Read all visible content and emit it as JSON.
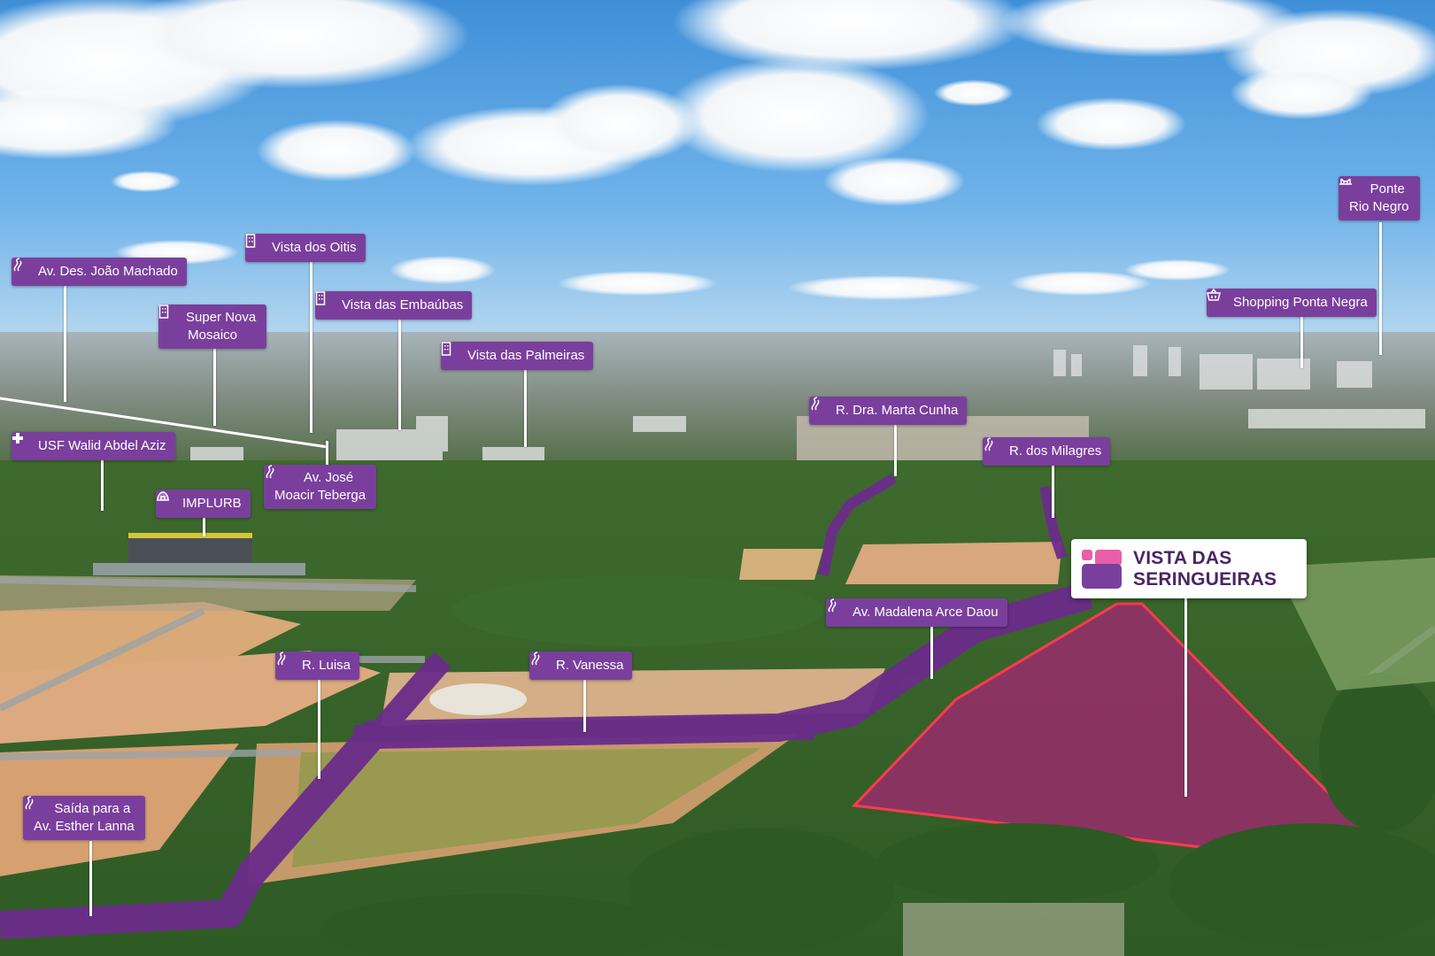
{
  "colors": {
    "label_bg": "#7a3f9d",
    "label_text": "#ffffff",
    "road": "#6b2c8a",
    "lot_fill": "#9c2a6e",
    "lot_border": "#ff3b4e",
    "brand_text": "#4a2466",
    "logo_pink": "#e95ea8",
    "logo_purple": "#7a3f9d"
  },
  "development": {
    "name_line1": "VISTA DAS",
    "name_line2": "SERINGUEIRAS",
    "logo_icon": "brand-logo-icon"
  },
  "labels": [
    {
      "id": "av-des-joao-machado",
      "icon": "road-icon",
      "lines": [
        "Av. Des. João Machado"
      ]
    },
    {
      "id": "vista-dos-oitis",
      "icon": "building-icon",
      "lines": [
        "Vista dos Oitis"
      ]
    },
    {
      "id": "super-nova-mosaico",
      "icon": "building-icon",
      "lines": [
        "Super Nova",
        "Mosaico"
      ]
    },
    {
      "id": "vista-das-embaubas",
      "icon": "building-icon",
      "lines": [
        "Vista das Embaúbas"
      ]
    },
    {
      "id": "vista-das-palmeiras",
      "icon": "building-icon",
      "lines": [
        "Vista das Palmeiras"
      ]
    },
    {
      "id": "ponte-rio-negro",
      "icon": "bridge-icon",
      "lines": [
        "Ponte",
        "Rio Negro"
      ]
    },
    {
      "id": "shopping-ponta-negra",
      "icon": "shopping-basket-icon",
      "lines": [
        "Shopping Ponta Negra"
      ]
    },
    {
      "id": "r-dra-marta-cunha",
      "icon": "road-icon",
      "lines": [
        "R. Dra. Marta Cunha"
      ]
    },
    {
      "id": "r-dos-milagres",
      "icon": "road-icon",
      "lines": [
        "R. dos Milagres"
      ]
    },
    {
      "id": "usf-walid-abdel-aziz",
      "icon": "health-cross-icon",
      "lines": [
        "USF Walid Abdel Aziz"
      ]
    },
    {
      "id": "av-jose-moacir-teberga",
      "icon": "road-icon",
      "lines": [
        "Av. José",
        "Moacir Teberga"
      ]
    },
    {
      "id": "implurb",
      "icon": "government-building-icon",
      "lines": [
        "IMPLURB"
      ]
    },
    {
      "id": "av-madalena-arce-daou",
      "icon": "road-icon",
      "lines": [
        "Av. Madalena Arce Daou"
      ]
    },
    {
      "id": "r-luisa",
      "icon": "road-icon",
      "lines": [
        "R. Luisa"
      ]
    },
    {
      "id": "r-vanessa",
      "icon": "road-icon",
      "lines": [
        "R. Vanessa"
      ]
    },
    {
      "id": "saida-av-esther-lanna",
      "icon": "road-icon",
      "lines": [
        "Saída para a",
        "Av. Esther Lanna"
      ]
    }
  ]
}
